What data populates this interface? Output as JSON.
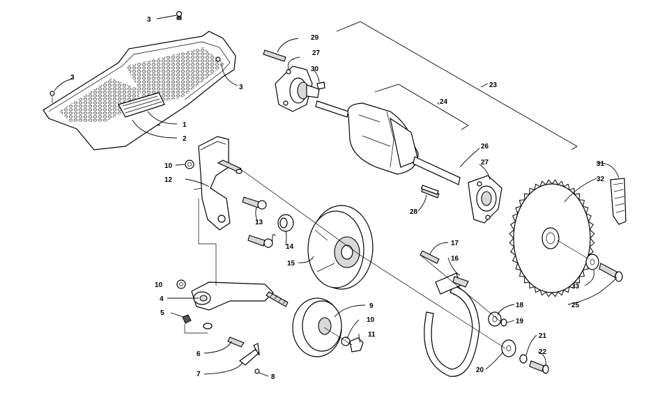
{
  "callouts": [
    {
      "id": "c1",
      "text": "1"
    },
    {
      "id": "c2",
      "text": "2"
    },
    {
      "id": "c3a",
      "text": "3"
    },
    {
      "id": "c3b",
      "text": "3"
    },
    {
      "id": "c3c",
      "text": "3"
    },
    {
      "id": "c4",
      "text": "4"
    },
    {
      "id": "c5",
      "text": "5"
    },
    {
      "id": "c6",
      "text": "6"
    },
    {
      "id": "c7",
      "text": "7"
    },
    {
      "id": "c8",
      "text": "8"
    },
    {
      "id": "c9",
      "text": "9"
    },
    {
      "id": "c10a",
      "text": "10"
    },
    {
      "id": "c10b",
      "text": "10"
    },
    {
      "id": "c10c",
      "text": "10"
    },
    {
      "id": "c11",
      "text": "11"
    },
    {
      "id": "c12",
      "text": "12"
    },
    {
      "id": "c13",
      "text": "13"
    },
    {
      "id": "c14",
      "text": "14"
    },
    {
      "id": "c15",
      "text": "15"
    },
    {
      "id": "c16",
      "text": "16"
    },
    {
      "id": "c17",
      "text": "17"
    },
    {
      "id": "c18",
      "text": "18"
    },
    {
      "id": "c19",
      "text": "19"
    },
    {
      "id": "c20",
      "text": "20"
    },
    {
      "id": "c21",
      "text": "21"
    },
    {
      "id": "c22",
      "text": "22"
    },
    {
      "id": "c23",
      "text": "23"
    },
    {
      "id": "c24",
      "text": "24"
    },
    {
      "id": "c25",
      "text": "25"
    },
    {
      "id": "c26",
      "text": "26"
    },
    {
      "id": "c27a",
      "text": "27"
    },
    {
      "id": "c27b",
      "text": "27"
    },
    {
      "id": "c28",
      "text": "28"
    },
    {
      "id": "c29",
      "text": "29"
    },
    {
      "id": "c30",
      "text": "30"
    },
    {
      "id": "c31",
      "text": "31"
    },
    {
      "id": "c32",
      "text": "32"
    },
    {
      "id": "c33",
      "text": "33"
    }
  ]
}
